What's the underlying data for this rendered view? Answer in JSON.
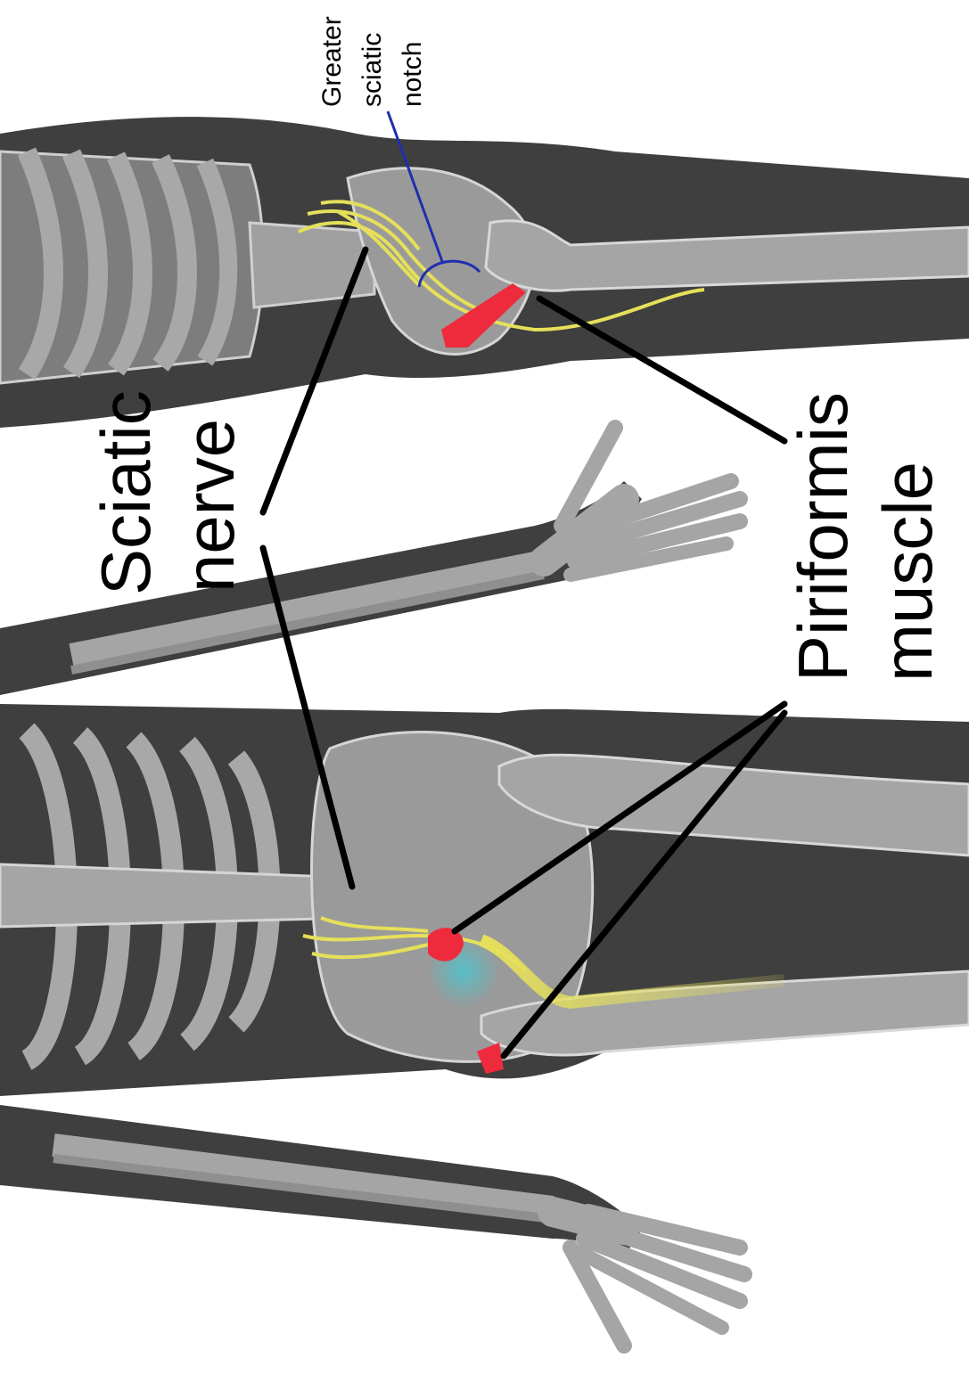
{
  "labels": {
    "sciatic_line1": "Sciatic",
    "sciatic_line2": "nerve",
    "piriformis_line1": "Piriformis",
    "piriformis_line2": "muscle",
    "notch_line1": "Greater",
    "notch_line2": "sciatic",
    "notch_line3": "notch"
  },
  "colors": {
    "background": "#ffffff",
    "body_silhouette": "#3f3f3f",
    "bone": "#8f8f8f",
    "bone_outline": "#cfcfcf",
    "nerve": "#e6e05a",
    "muscle": "#ee2b3c",
    "notch_line": "#1f2fb0",
    "inflammation": "#49c6cf",
    "leader": "#000000"
  }
}
